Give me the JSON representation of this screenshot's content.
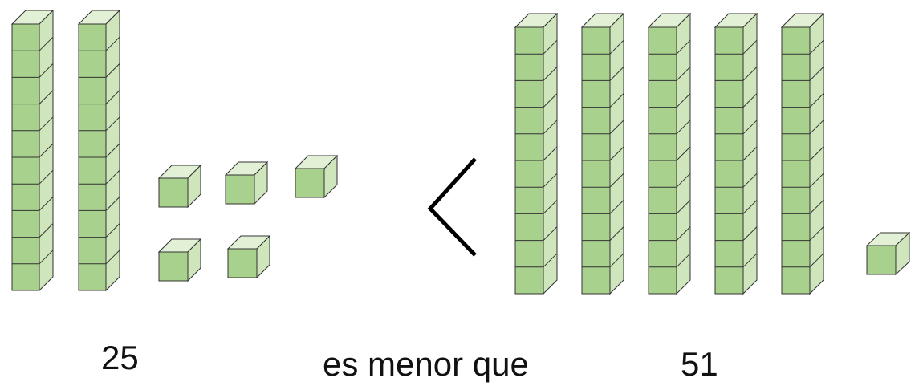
{
  "left_number": "25",
  "comparison_text": "es menor que",
  "right_number": "51",
  "symbol": "<",
  "blocks": {
    "left": {
      "tens": 2,
      "ones": 5
    },
    "right": {
      "tens": 5,
      "ones": 1
    },
    "units_per_rod": 10
  },
  "colors": {
    "face": "#a9d18e",
    "side": "#cfe6bd",
    "top": "#e2f0d6",
    "edge": "#333333",
    "symbol": "#000000"
  }
}
